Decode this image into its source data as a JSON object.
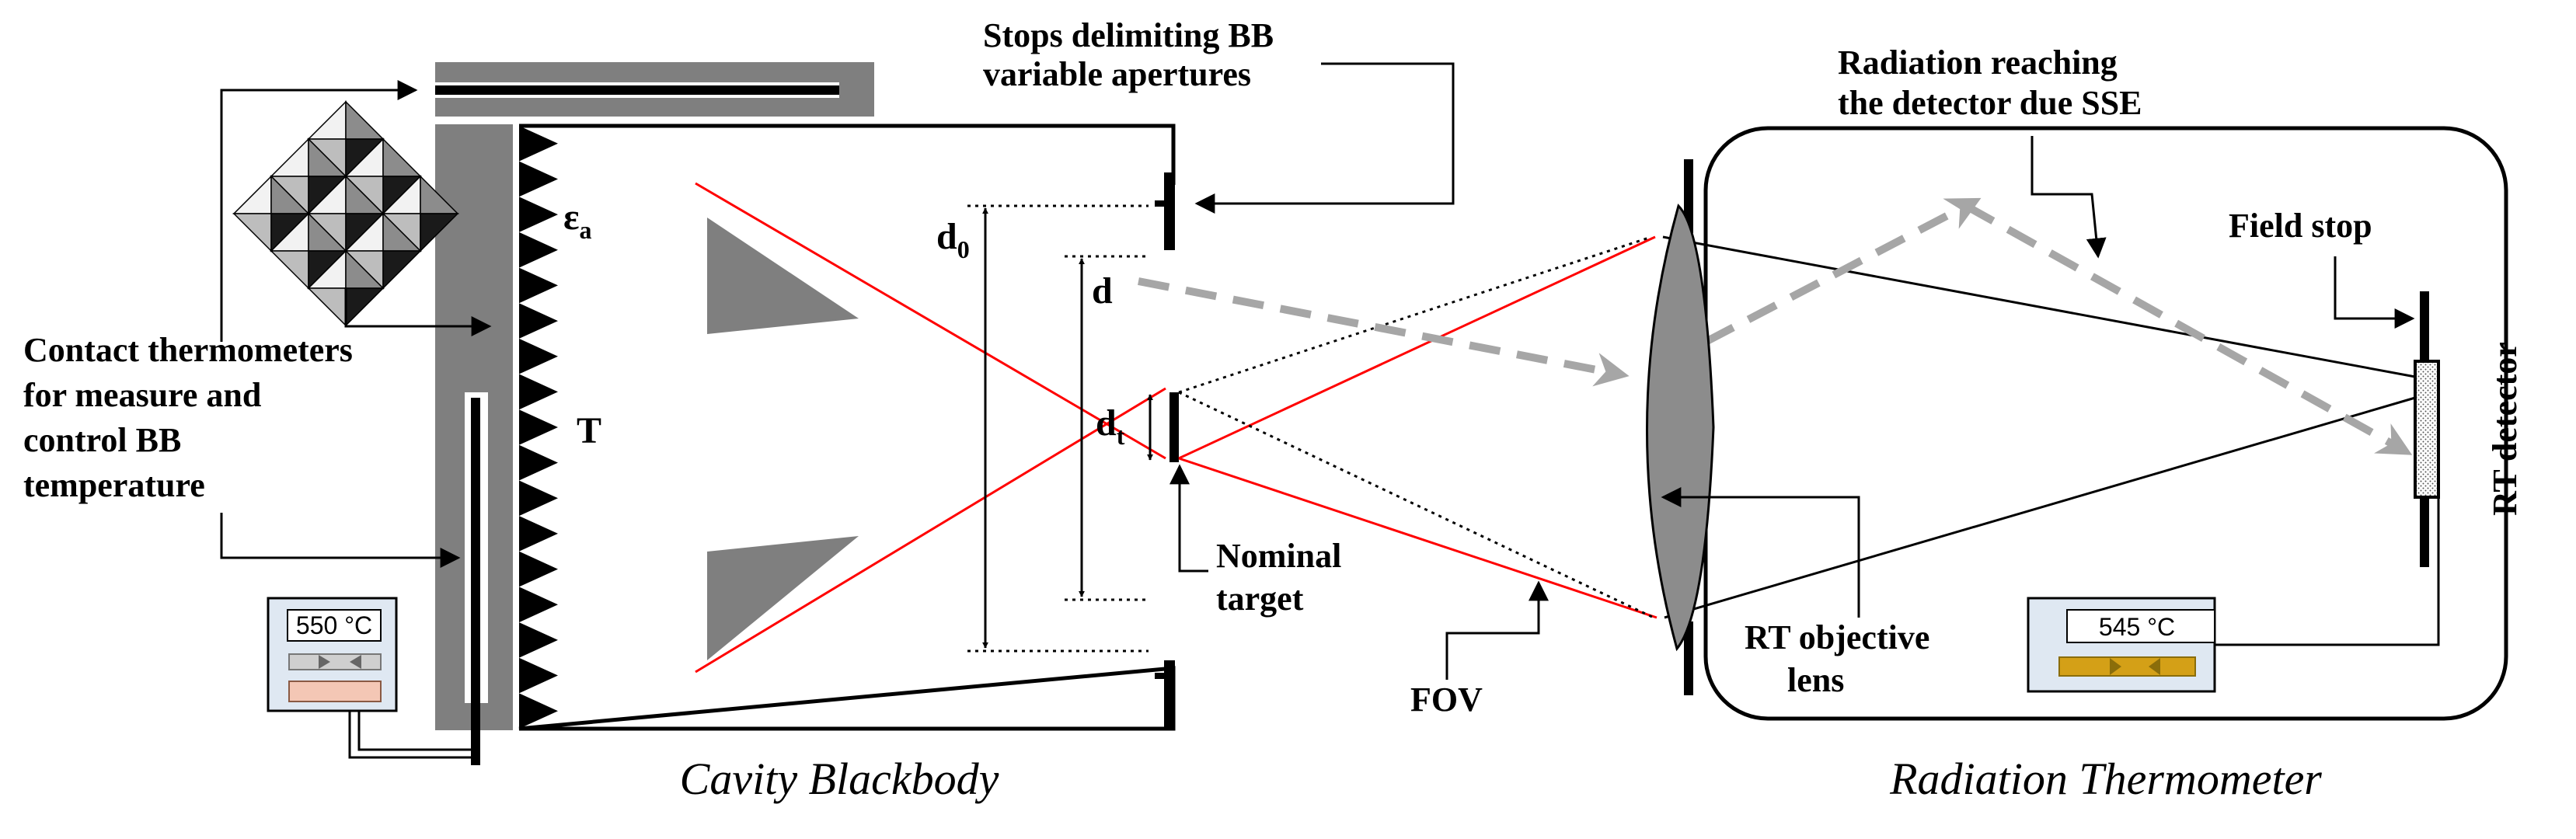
{
  "labels": {
    "stops_line1": "Stops delimiting BB",
    "stops_line2": "variable apertures",
    "radiation_line1": "Radiation reaching",
    "radiation_line2": "the detector due SSE",
    "contact_line1": "Contact thermometers",
    "contact_line2": "for measure and",
    "contact_line3": "control BB",
    "contact_line4": "temperature",
    "field_stop": "Field stop",
    "rt_detector": "RT detector",
    "nominal_line1": "Nominal",
    "nominal_line2": "target",
    "fov": "FOV",
    "rt_lens_line1": "RT objective",
    "rt_lens_line2": "lens"
  },
  "symbols": {
    "emissivity_base": "ε",
    "emissivity_sub": "a",
    "temperature": "T",
    "d0_base": "d",
    "d0_sub": "0",
    "d": "d",
    "dt_base": "d",
    "dt_sub": "t"
  },
  "displays": {
    "bb_temperature": "550 °C",
    "rt_temperature": "545 °C"
  },
  "captions": {
    "blackbody": "Cavity Blackbody",
    "thermometer": "Radiation Thermometer"
  },
  "colors": {
    "radiation_ray": "#ff0000",
    "sse_arrow": "#a6a6a6",
    "wall_gray": "#7f7f7f",
    "rt_display_bar": "#d4a017",
    "bb_display_bar": "#f4c7b5"
  }
}
